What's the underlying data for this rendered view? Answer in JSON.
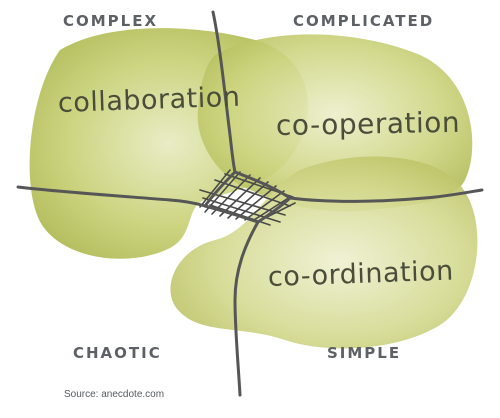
{
  "quadrants": {
    "top_left": "COMPLEX",
    "top_right": "COMPLICATED",
    "bottom_left": "CHAOTIC",
    "bottom_right": "SIMPLE"
  },
  "modes": {
    "collaboration": "collaboration",
    "cooperation": "co-operation",
    "coordination": "co-ordination"
  },
  "source": "Source: anecdote.com",
  "colors": {
    "blob_fill": "#c7cf6e",
    "blob_edge": "#e9ecc4",
    "line": "#555555",
    "label": "#5d6166"
  }
}
